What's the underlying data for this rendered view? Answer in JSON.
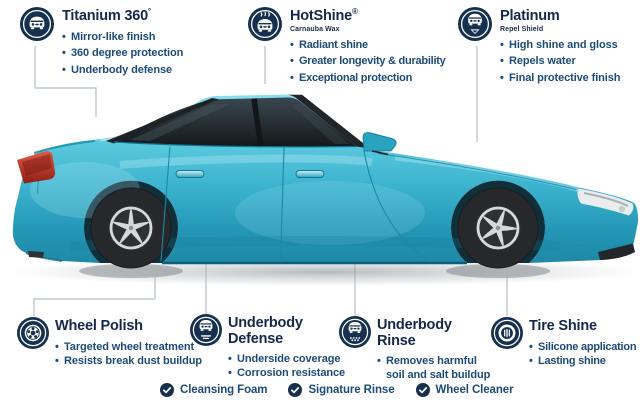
{
  "features": [
    {
      "id": "titanium-360",
      "title": "Titanium 360",
      "sup": "°",
      "bullets": [
        "Mirror-like finish",
        "360 degree protection",
        "Underbody defense"
      ]
    },
    {
      "id": "hotshine",
      "title": "HotShine",
      "sup": "®",
      "subtitle": "Carnauba Wax",
      "bullets": [
        "Radiant shine",
        "Greater longevity & durability",
        "Exceptional protection"
      ]
    },
    {
      "id": "platinum",
      "title": "Platinum",
      "subtitle": "Repel Shield",
      "bullets": [
        "High shine and gloss",
        "Repels water",
        "Final protective finish"
      ]
    },
    {
      "id": "wheel-polish",
      "title": "Wheel Polish",
      "bullets": [
        "Targeted wheel treatment",
        "Resists break dust buildup"
      ]
    },
    {
      "id": "underbody-defense",
      "title": "Underbody Defense",
      "bullets": [
        "Underside coverage",
        "Corrosion resistance"
      ]
    },
    {
      "id": "underbody-rinse",
      "title": "Underbody Rinse",
      "bullets": [
        "Removes harmful\nsoil and salt buildup"
      ]
    },
    {
      "id": "tire-shine",
      "title": "Tire Shine",
      "bullets": [
        "Silicone application",
        "Lasting shine"
      ]
    }
  ],
  "included": [
    {
      "label": "Cleansing Foam"
    },
    {
      "label": "Signature Rinse"
    },
    {
      "label": "Wheel Cleaner"
    }
  ],
  "icons": {
    "titanium_360": "car-front-circle-icon",
    "hotshine": "car-heat-waves-circle-icon",
    "platinum": "car-shield-circle-icon",
    "wheel_polish": "alloy-wheel-circle-icon",
    "underbody_defense": "car-underbody-lines-circle-icon",
    "underbody_rinse": "car-underbody-drops-circle-icon",
    "tire_shine": "tire-tread-circle-icon",
    "included_check": "checkmark-circle-icon"
  },
  "colors": {
    "icon_navy": "#16304F",
    "title_navy": "#14294A",
    "bullet_blue": "#1D4B79",
    "car_teal": "#45BCD6",
    "taillight_red": "#C0392B",
    "connector_gray": "#B3BFC7"
  }
}
